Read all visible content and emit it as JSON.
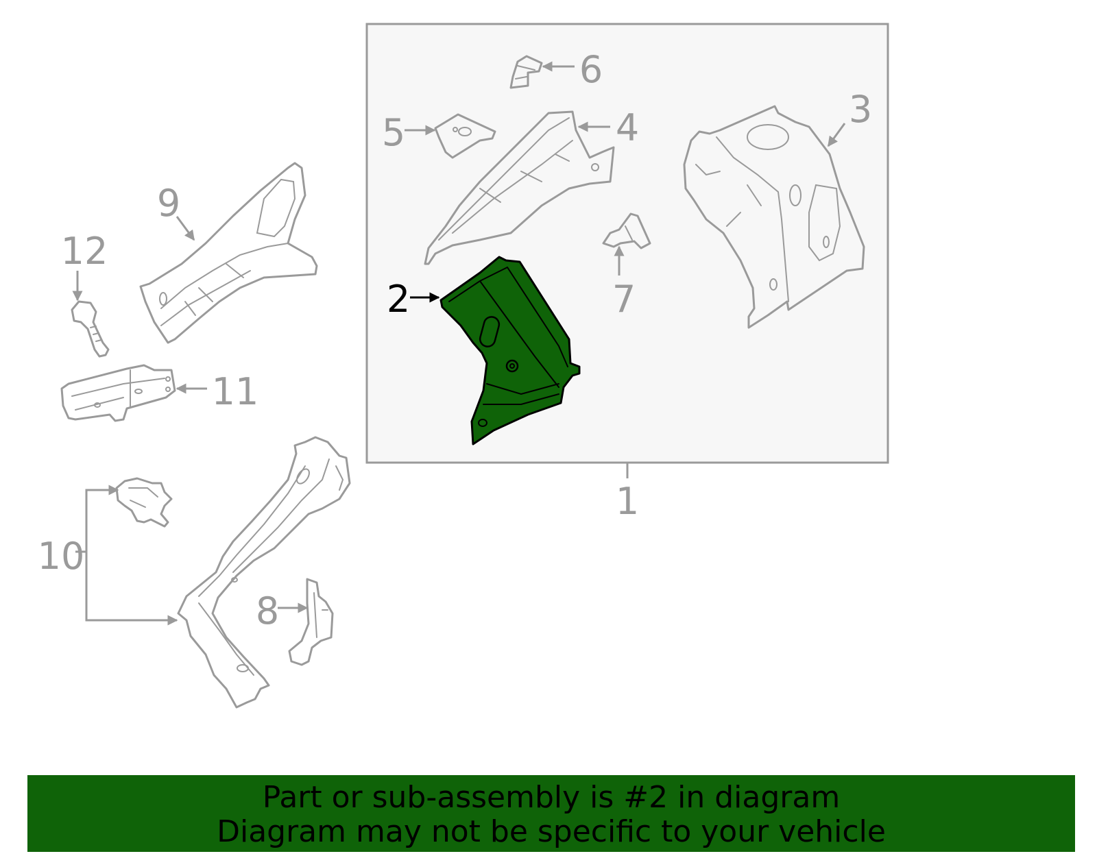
{
  "colors": {
    "highlight_fill": "#0f6308",
    "line_gray": "#9a9a9a",
    "box_fill": "#f7f7f7",
    "banner_bg": "#0f6308"
  },
  "callouts": {
    "c1": "1",
    "c2": "2",
    "c3": "3",
    "c4": "4",
    "c5": "5",
    "c6": "6",
    "c7": "7",
    "c8": "8",
    "c9": "9",
    "c10": "10",
    "c11": "11",
    "c12": "12"
  },
  "highlighted_part": "2",
  "banner": {
    "line1": "Part or sub-assembly is #2 in diagram",
    "line2": "Diagram may not be specific to your vehicle"
  }
}
